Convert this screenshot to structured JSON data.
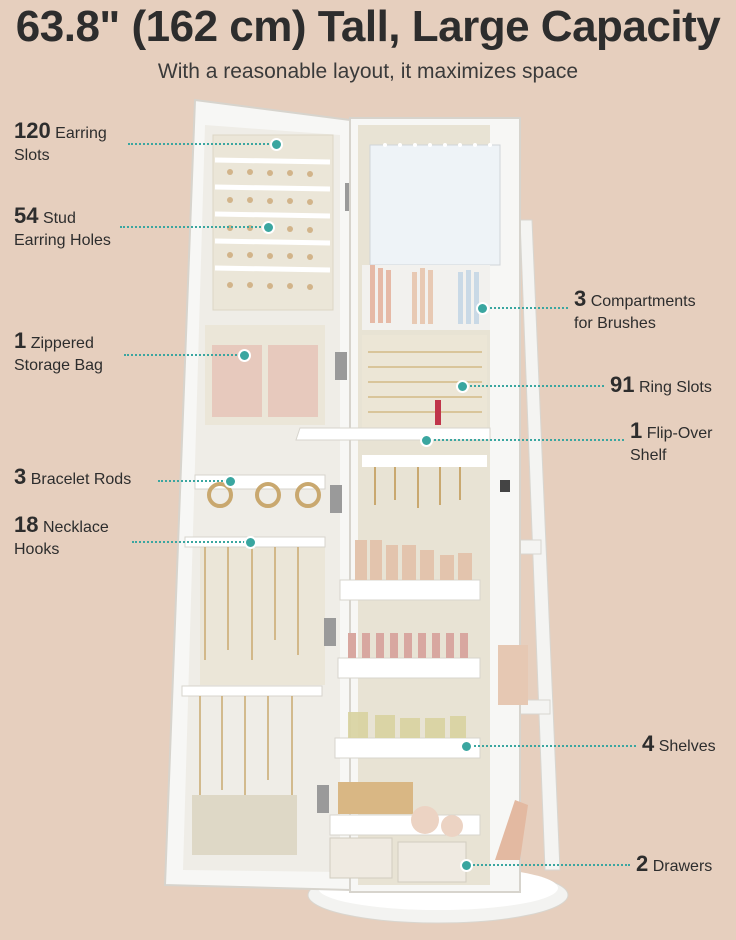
{
  "header": {
    "title": "63.8\" (162 cm) Tall, Large Capacity",
    "subtitle": "With a reasonable layout, it maximizes space"
  },
  "callouts": [
    {
      "id": "earring-slots",
      "num": "120",
      "line1": "Earring",
      "line2": "Slots"
    },
    {
      "id": "stud-holes",
      "num": "54",
      "line1": "Stud",
      "line2": "Earring Holes"
    },
    {
      "id": "storage-bag",
      "num": "1",
      "line1": "Zippered",
      "line2": "Storage Bag"
    },
    {
      "id": "bracelet-rods",
      "num": "3",
      "line1": "Bracelet Rods",
      "line2": ""
    },
    {
      "id": "necklace-hooks",
      "num": "18",
      "line1": "Necklace",
      "line2": "Hooks"
    },
    {
      "id": "brush-compartments",
      "num": "3",
      "line1": "Compartments",
      "line2": "for Brushes"
    },
    {
      "id": "ring-slots",
      "num": "91",
      "line1": "Ring Slots",
      "line2": ""
    },
    {
      "id": "flip-shelf",
      "num": "1",
      "line1": "Flip-Over",
      "line2": "Shelf"
    },
    {
      "id": "shelves",
      "num": "4",
      "line1": "Shelves",
      "line2": ""
    },
    {
      "id": "drawers",
      "num": "2",
      "line1": "Drawers",
      "line2": ""
    }
  ],
  "colors": {
    "background": "#e6cfbe",
    "accent": "#3aa6a0",
    "cabinet": "#f7f7f5",
    "panel": "#e2dccb"
  }
}
